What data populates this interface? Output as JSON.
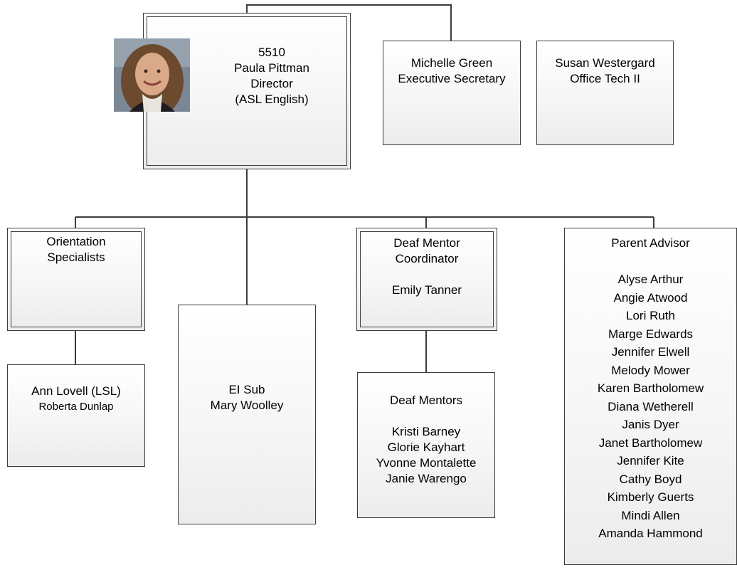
{
  "director": {
    "number": "5510",
    "name": "Paula Pittman",
    "title": "Director",
    "subtitle": "(ASL English)",
    "photo_icon": "portrait-photo"
  },
  "executive_secretary": {
    "name": "Michelle Green",
    "title": "Executive Secretary"
  },
  "office_tech": {
    "name": "Susan Westergard",
    "title": "Office Tech II"
  },
  "orientation_specialists": {
    "title_line1": "Orientation",
    "title_line2": "Specialists"
  },
  "orientation_staff": {
    "line1": "Ann Lovell (LSL)",
    "line2": "Roberta Dunlap"
  },
  "ei_sub": {
    "title": "EI Sub",
    "name": "Mary Woolley"
  },
  "deaf_mentor_coordinator": {
    "title_line1": "Deaf Mentor",
    "title_line2": "Coordinator",
    "name": "Emily Tanner"
  },
  "deaf_mentors": {
    "title": "Deaf Mentors",
    "members": [
      "Kristi Barney",
      "Glorie Kayhart",
      "Yvonne Montalette",
      "Janie Warengo"
    ]
  },
  "parent_advisor": {
    "title": "Parent Advisor",
    "members": [
      "Alyse Arthur",
      "Angie Atwood",
      "Lori Ruth",
      "Marge Edwards",
      "Jennifer Elwell",
      "Melody Mower",
      "Karen Bartholomew",
      "Diana Wetherell",
      "Janis Dyer",
      "Janet Bartholomew",
      "Jennifer Kite",
      "Cathy Boyd",
      "Kimberly Guerts",
      "Mindi Allen",
      "Amanda Hammond"
    ]
  },
  "colors": {
    "line": "#3c3c3c",
    "box_fill_top": "#ffffff",
    "box_fill_bottom": "#ececec"
  }
}
